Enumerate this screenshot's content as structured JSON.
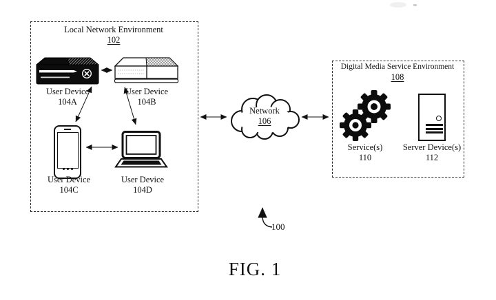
{
  "figure": {
    "caption": "FIG. 1",
    "system_ref": "100"
  },
  "local_env": {
    "title": "Local Network Environment",
    "ref": "102",
    "devices": [
      {
        "label": "User Device",
        "ref": "104A",
        "icon": "game-console-icon"
      },
      {
        "label": "User Device",
        "ref": "104B",
        "icon": "set-top-box-icon"
      },
      {
        "label": "User Device",
        "ref": "104C",
        "icon": "smartphone-icon"
      },
      {
        "label": "User Device",
        "ref": "104D",
        "icon": "laptop-icon"
      }
    ]
  },
  "network": {
    "label": "Network",
    "ref": "106",
    "icon": "network-cloud-icon"
  },
  "service_env": {
    "title": "Digital Media Service Environment",
    "ref": "108",
    "items": [
      {
        "label": "Service(s)",
        "ref": "110",
        "icon": "gears-icon"
      },
      {
        "label": "Server Device(s)",
        "ref": "112",
        "icon": "server-icon"
      }
    ]
  },
  "colors": {
    "ink": "#111111",
    "background": "#ffffff"
  }
}
